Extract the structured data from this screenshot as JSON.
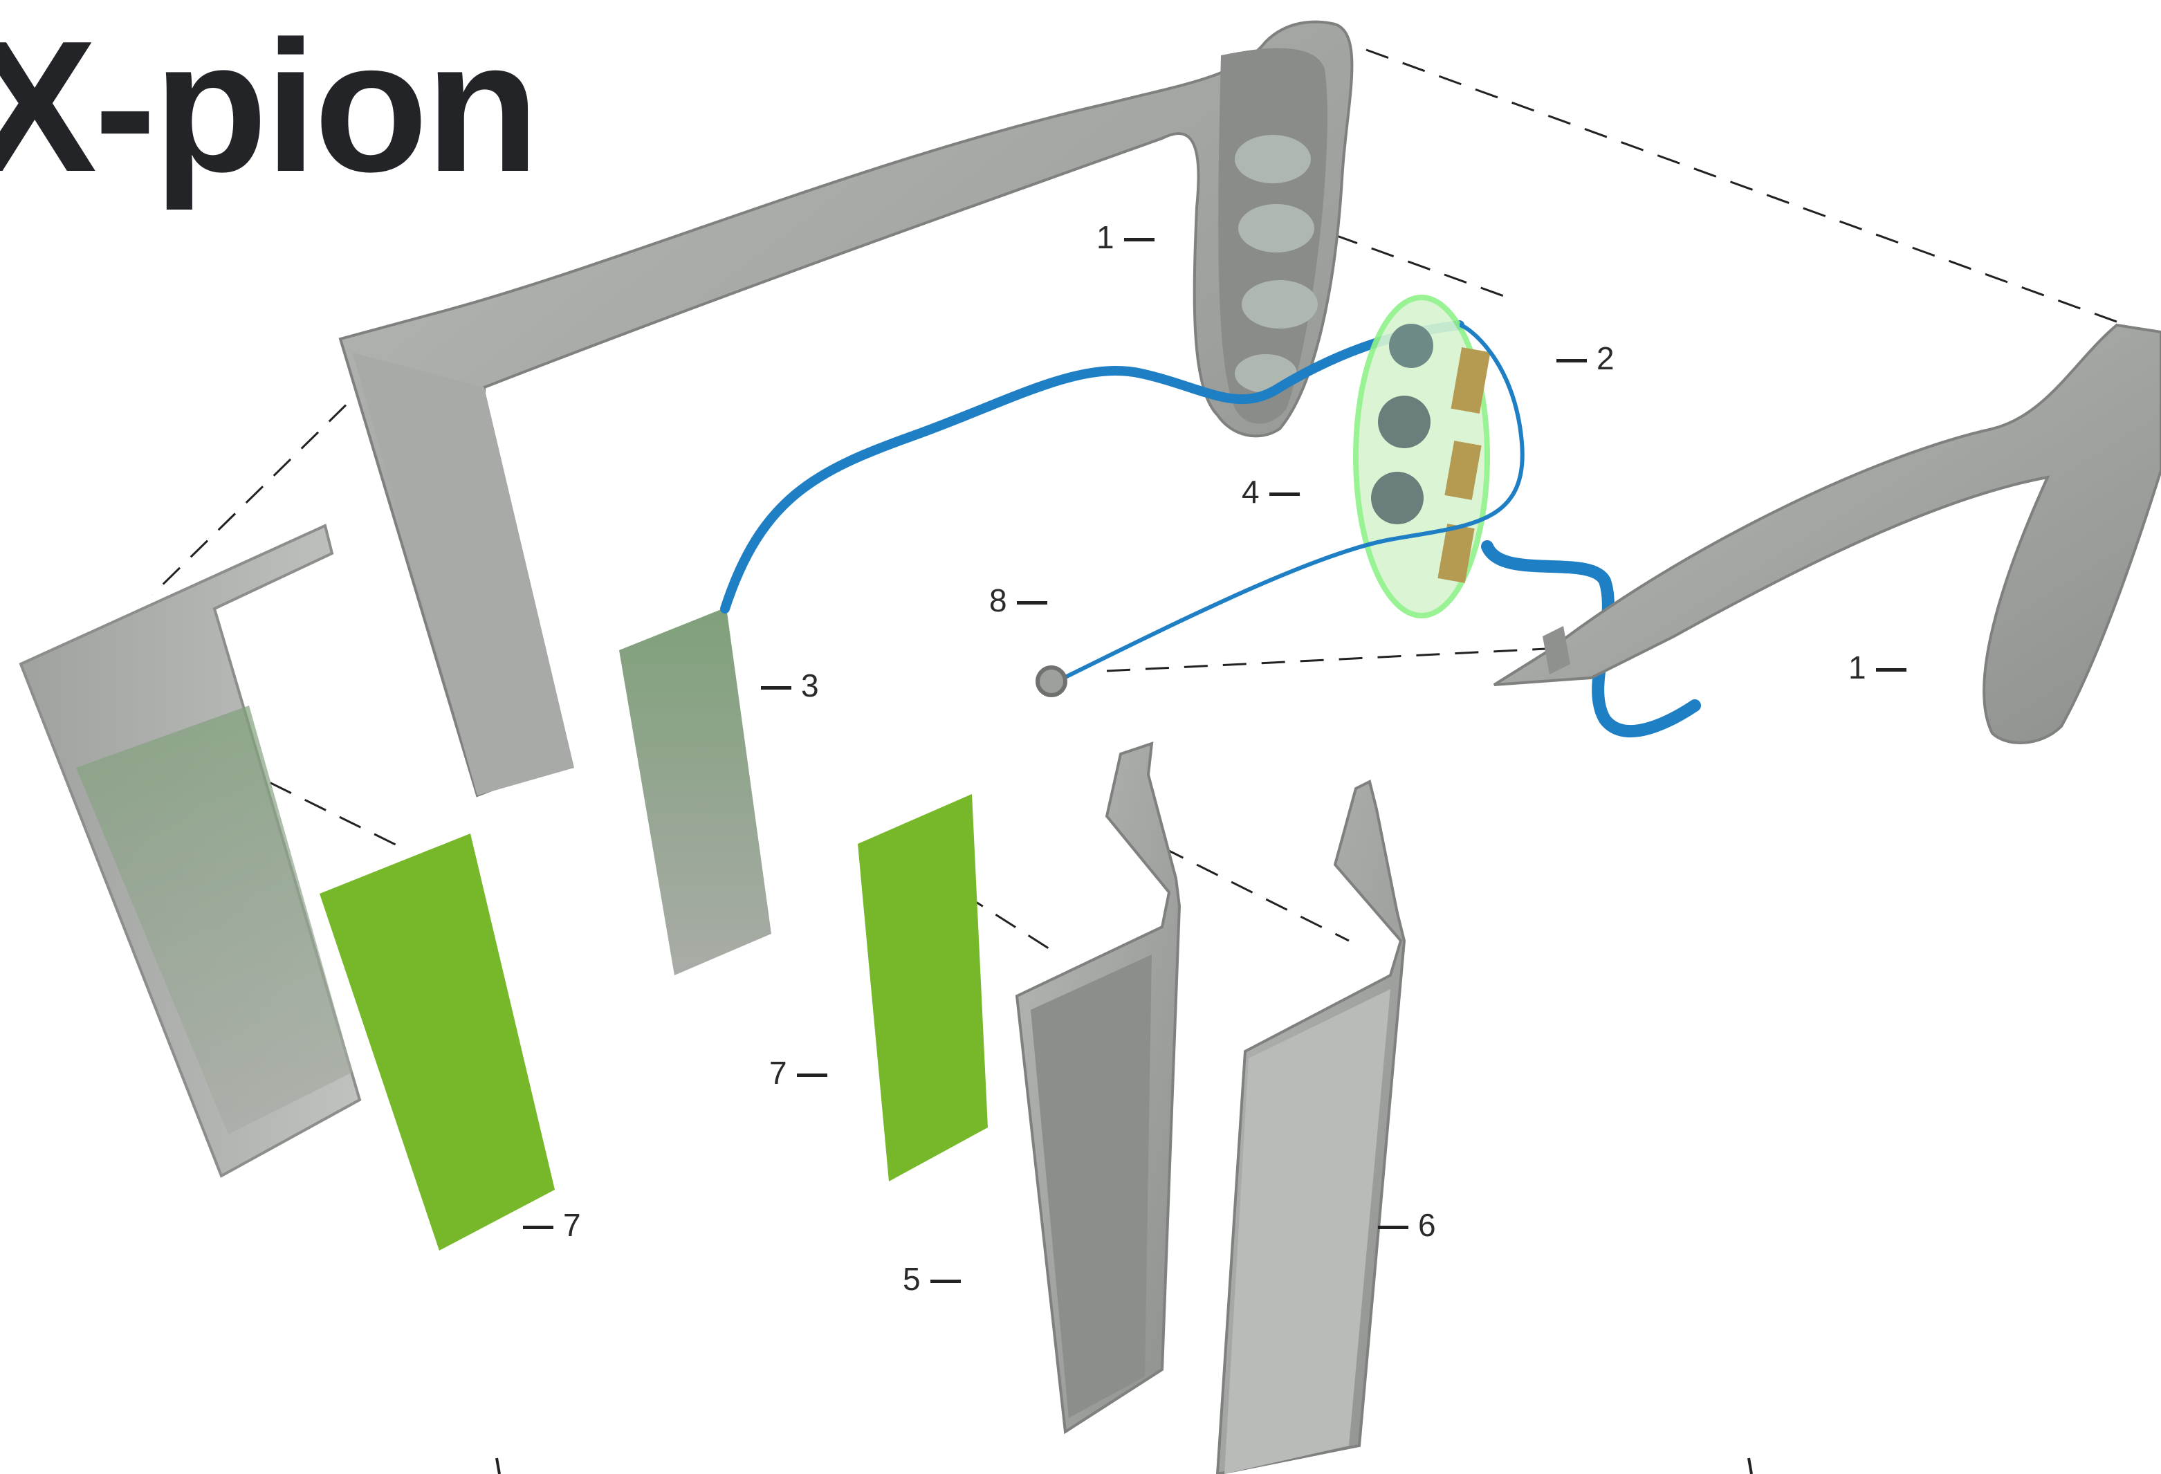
{
  "title": "X-pion",
  "callouts": [
    {
      "id": "c1a",
      "label": "1",
      "side": "left"
    },
    {
      "id": "c2",
      "label": "2",
      "side": "right"
    },
    {
      "id": "c4",
      "label": "4",
      "side": "left"
    },
    {
      "id": "c8",
      "label": "8",
      "side": "left"
    },
    {
      "id": "c3",
      "label": "3",
      "side": "right"
    },
    {
      "id": "c1b",
      "label": "1",
      "side": "left"
    },
    {
      "id": "c7a",
      "label": "7",
      "side": "left"
    },
    {
      "id": "c7b",
      "label": "7",
      "side": "right"
    },
    {
      "id": "c5",
      "label": "5",
      "side": "left"
    },
    {
      "id": "c6",
      "label": "6",
      "side": "right"
    }
  ],
  "colors": {
    "frame": "#a4a6a3",
    "frame_dark": "#8a8d8a",
    "frame_light": "#c3c5c2",
    "pad_green": "#76b82a",
    "cable_blue": "#1f7fc4",
    "pcb_glow": "#8ff28a",
    "sensor_pad": "#b59b52",
    "title_text": "#222428"
  }
}
